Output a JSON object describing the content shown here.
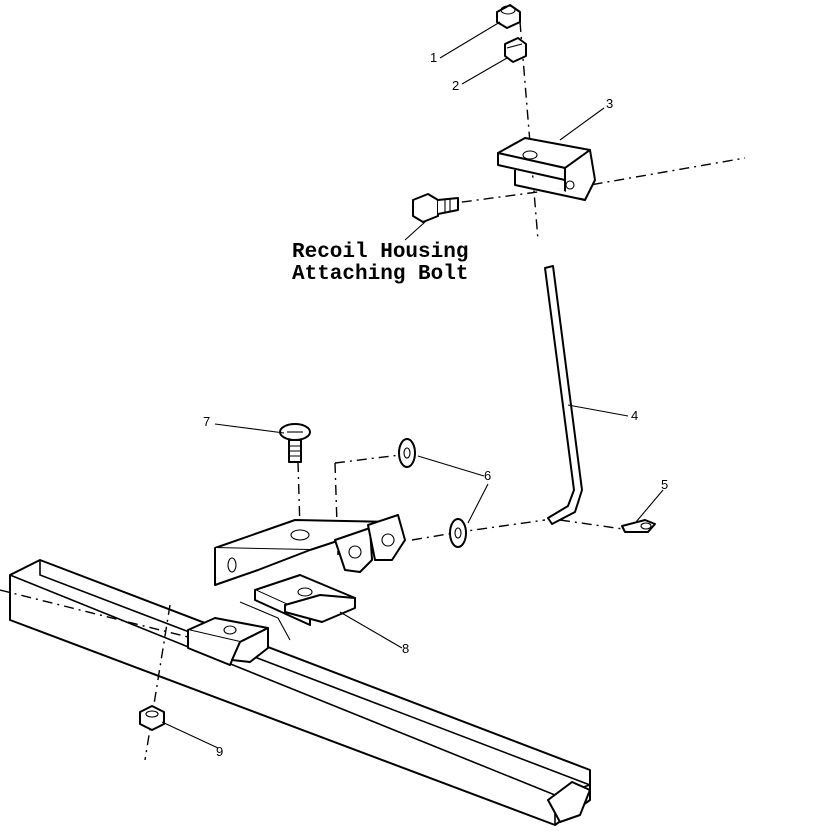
{
  "title": {
    "line1": "Recoil Housing",
    "line2": "Attaching Bolt"
  },
  "callouts": [
    "1",
    "2",
    "3",
    "4",
    "5",
    "6",
    "7",
    "8",
    "9"
  ]
}
